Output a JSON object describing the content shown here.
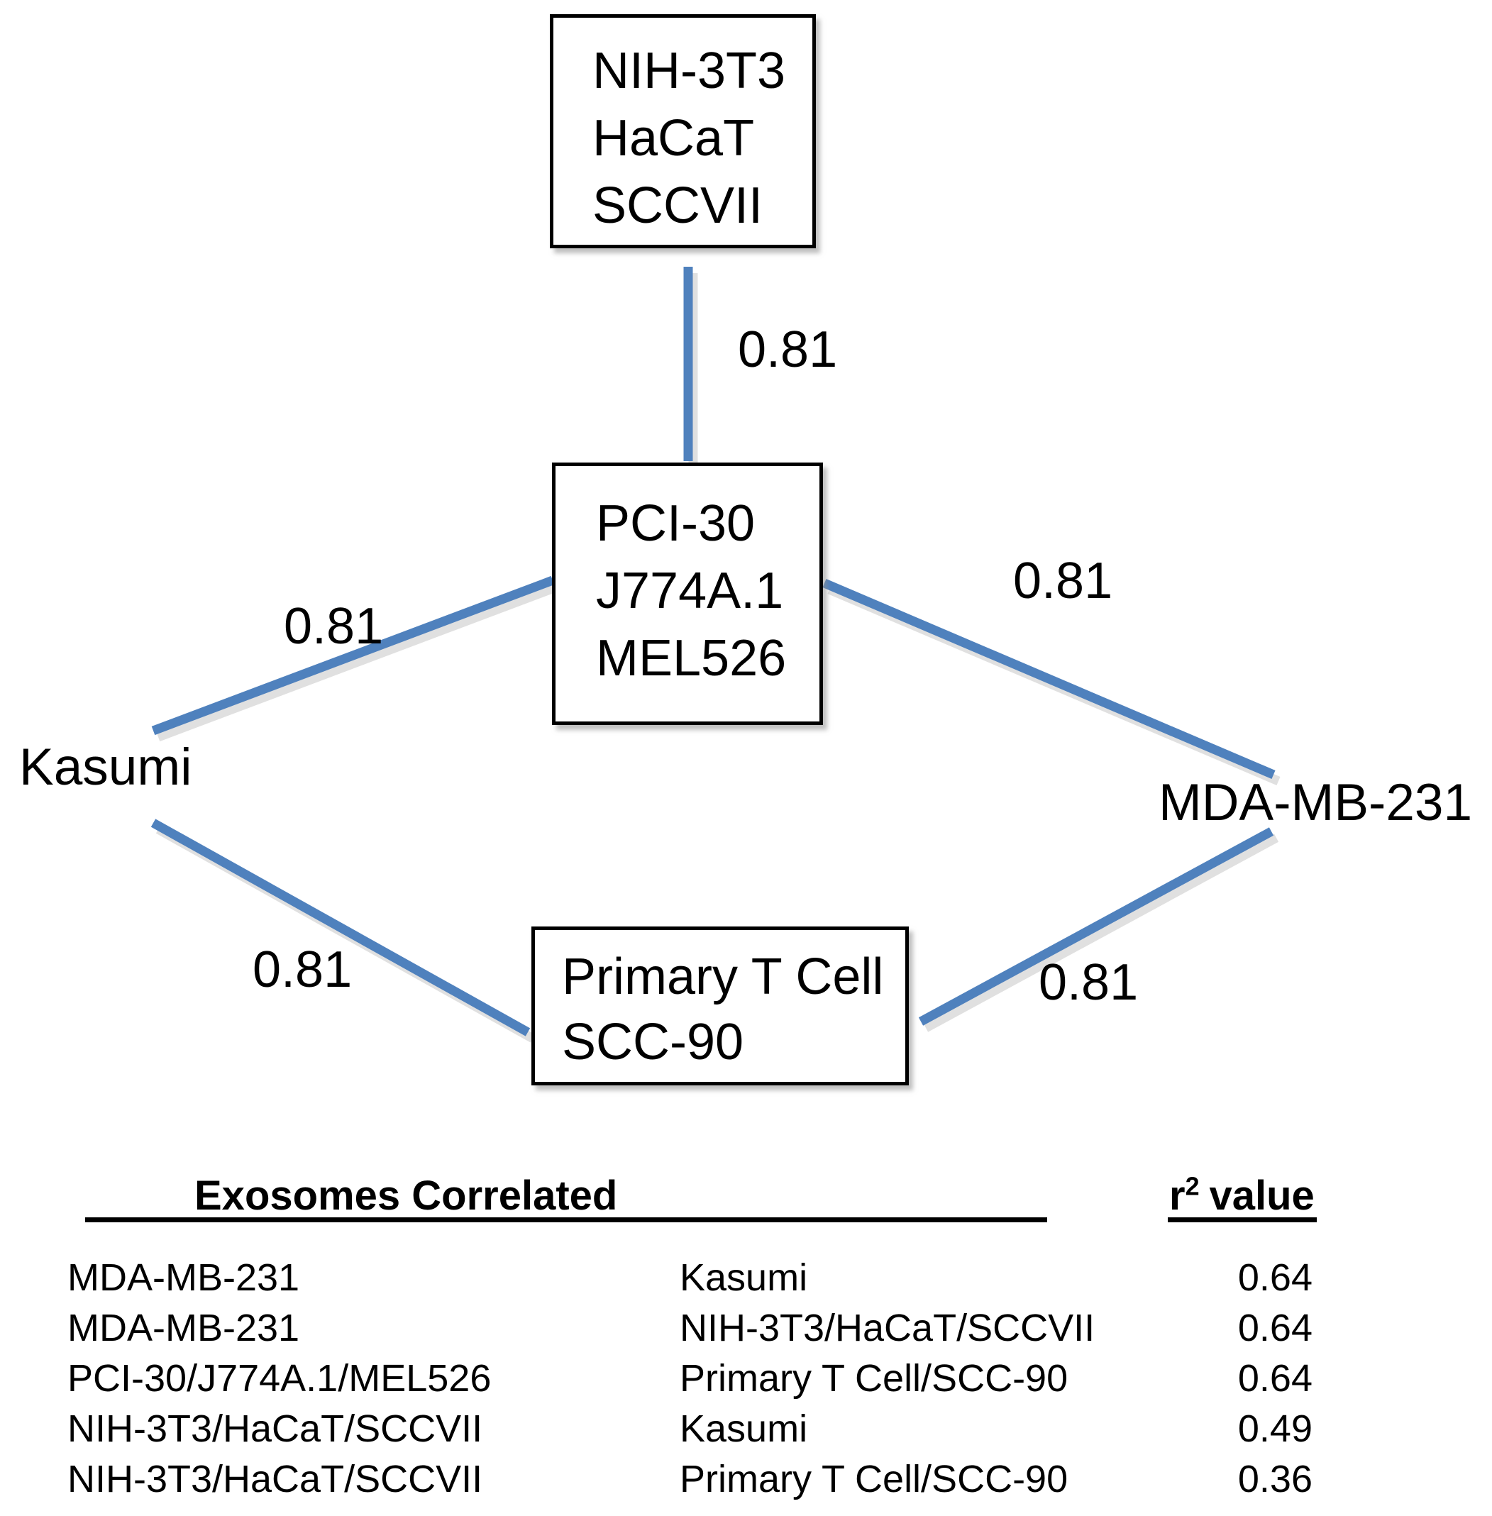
{
  "colors": {
    "edge_blue": "#4f81bd",
    "edge_shadow": "#b8b8b8",
    "box_border": "#000000"
  },
  "nodes": {
    "top": {
      "lines": [
        "NIH-3T3",
        "HaCaT",
        "SCCVII"
      ]
    },
    "middle": {
      "lines": [
        "PCI-30",
        "J774A.1",
        "MEL526"
      ]
    },
    "bottom": {
      "lines": [
        "Primary T Cell",
        "SCC-90"
      ]
    },
    "left": {
      "label": "Kasumi"
    },
    "right": {
      "label": "MDA-MB-231"
    }
  },
  "edges": {
    "top_vertical": {
      "value": "0.81"
    },
    "upper_left": {
      "value": "0.81"
    },
    "upper_right": {
      "value": "0.81"
    },
    "lower_left": {
      "value": "0.81"
    },
    "lower_right": {
      "value": "0.81"
    }
  },
  "table": {
    "header_left": "Exosomes Correlated",
    "header_right_base": "r",
    "header_right_sup": "2",
    "header_right_suffix": "value",
    "rows": [
      {
        "a": "MDA-MB-231",
        "b": "Kasumi",
        "r2": "0.64"
      },
      {
        "a": "MDA-MB-231",
        "b": "NIH-3T3/HaCaT/SCCVII",
        "r2": "0.64"
      },
      {
        "a": "PCI-30/J774A.1/MEL526",
        "b": "Primary T Cell/SCC-90",
        "r2": "0.64"
      },
      {
        "a": "NIH-3T3/HaCaT/SCCVII",
        "b": "Kasumi",
        "r2": "0.49"
      },
      {
        "a": "NIH-3T3/HaCaT/SCCVII",
        "b": "Primary T Cell/SCC-90",
        "r2": "0.36"
      }
    ]
  }
}
